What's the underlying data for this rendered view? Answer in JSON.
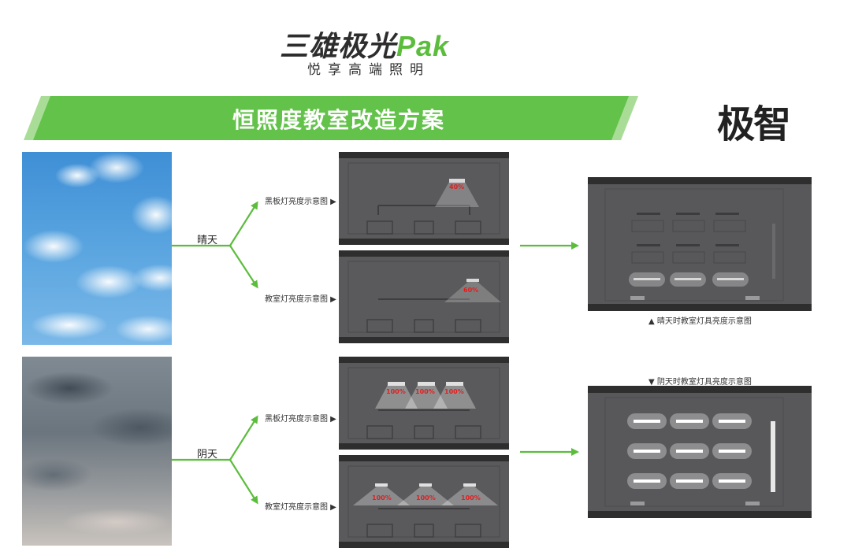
{
  "logo": {
    "brand_cn": "三雄极光",
    "brand_en": "Pak",
    "tagline": "悦享高端照明"
  },
  "banner": {
    "title": "恒照度教室改造方案"
  },
  "brand_mark": "极智",
  "sunny": {
    "weather": "晴天",
    "blackboard_label": "黑板灯亮度示意图 ▶",
    "classroom_label": "教室灯亮度示意图 ▶",
    "blackboard_values": [
      "",
      "",
      "40%"
    ],
    "classroom_values": [
      "",
      "",
      "60%"
    ],
    "caption": "▲ 晴天时教室灯具亮度示意图"
  },
  "cloudy": {
    "weather": "阴天",
    "blackboard_label": "黑板灯亮度示意图 ▶",
    "classroom_label": "教室灯亮度示意图 ▶",
    "blackboard_values": [
      "100%",
      "100%",
      "100%"
    ],
    "classroom_values": [
      "100%",
      "100%",
      "100%"
    ],
    "caption": "▼ 阴天时教室灯具亮度示意图"
  },
  "colors": {
    "green": "#5cbd3d",
    "banner_green": "#63c24a",
    "panel_gray": "#5a5a5c",
    "frame_dark": "#2e2e2e",
    "percent_red": "#e02020"
  }
}
